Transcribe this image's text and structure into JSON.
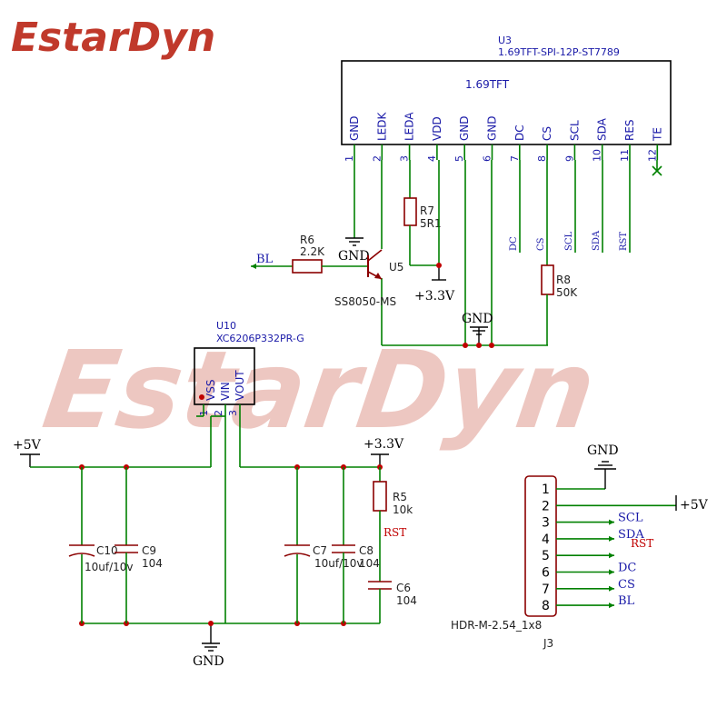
{
  "logo": {
    "text": "EstarDyn",
    "color": "#c0392b"
  },
  "watermark": {
    "text": "EstarDyn",
    "color": "#e8b5ad"
  },
  "u3": {
    "ref": "U3",
    "value": "1.69TFT-SPI-12P-ST7789",
    "title": "1.69TFT",
    "pins": [
      {
        "num": "1",
        "name": "GND"
      },
      {
        "num": "2",
        "name": "LEDK"
      },
      {
        "num": "3",
        "name": "LEDA"
      },
      {
        "num": "4",
        "name": "VDD"
      },
      {
        "num": "5",
        "name": "GND"
      },
      {
        "num": "6",
        "name": "GND"
      },
      {
        "num": "7",
        "name": "DC"
      },
      {
        "num": "8",
        "name": "CS"
      },
      {
        "num": "9",
        "name": "SCL"
      },
      {
        "num": "10",
        "name": "SDA"
      },
      {
        "num": "11",
        "name": "RES"
      },
      {
        "num": "12",
        "name": "TE"
      }
    ],
    "net_labels": [
      "DC",
      "CS",
      "SCL",
      "SDA",
      "RST"
    ]
  },
  "r6": {
    "ref": "R6",
    "value": "2.2K"
  },
  "r7": {
    "ref": "R7",
    "value": "5R1"
  },
  "r8": {
    "ref": "R8",
    "value": "50K"
  },
  "r5": {
    "ref": "R5",
    "value": "10k"
  },
  "u5": {
    "ref": "U5",
    "value": "SS8050-MS"
  },
  "u10": {
    "ref": "U10",
    "value": "XC6206P332PR-G",
    "pins": [
      {
        "num": "1",
        "name": "VSS"
      },
      {
        "num": "2",
        "name": "VIN"
      },
      {
        "num": "3",
        "name": "VOUT"
      }
    ]
  },
  "c10": {
    "ref": "C10",
    "value": "10uf/10v"
  },
  "c9": {
    "ref": "C9",
    "value": "104"
  },
  "c7": {
    "ref": "C7",
    "value": "10uf/10v"
  },
  "c8": {
    "ref": "C8",
    "value": "104"
  },
  "c6": {
    "ref": "C6",
    "value": "104"
  },
  "nets": {
    "gnd": "GND",
    "v33": "+3.3V",
    "v5": "+5V",
    "bl": "BL",
    "rst": "RST"
  },
  "j3": {
    "ref": "J3",
    "value": "HDR-M-2.54_1x8",
    "pins": [
      {
        "num": "1",
        "net": "GND"
      },
      {
        "num": "2",
        "net": "+5V"
      },
      {
        "num": "3",
        "net": "SCL"
      },
      {
        "num": "4",
        "net": "SDA"
      },
      {
        "num": "5",
        "net": "RST"
      },
      {
        "num": "6",
        "net": "DC"
      },
      {
        "num": "7",
        "net": "CS"
      },
      {
        "num": "8",
        "net": "BL"
      }
    ]
  }
}
